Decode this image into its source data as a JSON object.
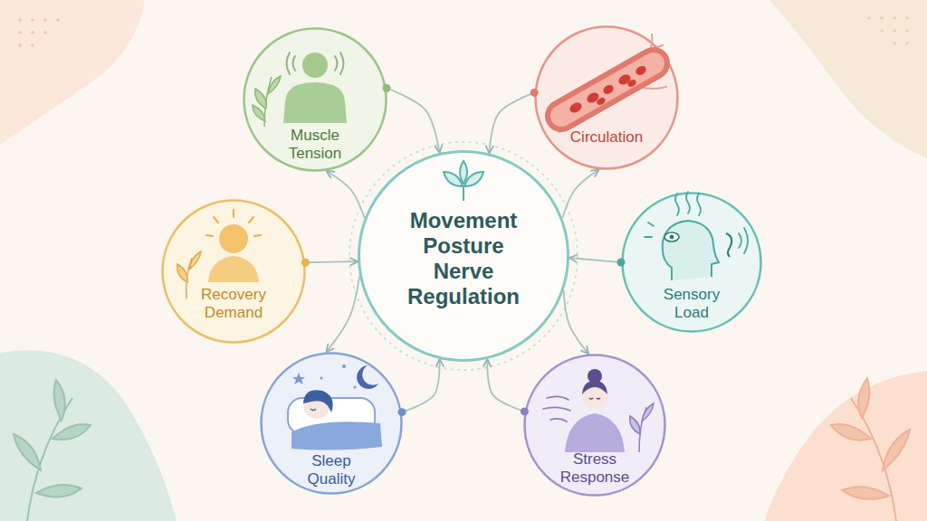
{
  "diagram": {
    "nodes": [
      {
        "text": [
          "Muscle Tension"
        ]
      },
      {
        "text": [
          "Circulation"
        ]
      },
      {
        "text": [
          "Recovery Demand"
        ]
      },
      {
        "text": [
          "Movement Posture Nerve Regulation"
        ]
      },
      {
        "text": [
          "Sensory Load"
        ]
      },
      {
        "text": [
          "Sleep Quality"
        ]
      },
      {
        "text": [
          "Stress Response"
        ]
      }
    ],
    "edges": [
      {
        "from": 0,
        "to": 3,
        "arrow": "to"
      },
      {
        "from": 3,
        "to": 0,
        "arrow": "to"
      },
      {
        "from": 1,
        "to": 3,
        "arrow": "to"
      },
      {
        "from": 3,
        "to": 1,
        "arrow": "to"
      },
      {
        "from": 2,
        "to": 3,
        "arrow": "to"
      },
      {
        "from": 4,
        "to": 3,
        "arrow": "to"
      },
      {
        "from": 5,
        "to": 3,
        "arrow": "to"
      },
      {
        "from": 3,
        "to": 5,
        "arrow": "to"
      },
      {
        "from": 6,
        "to": 3,
        "arrow": "to"
      },
      {
        "from": 3,
        "to": 6,
        "arrow": "to"
      }
    ]
  }
}
